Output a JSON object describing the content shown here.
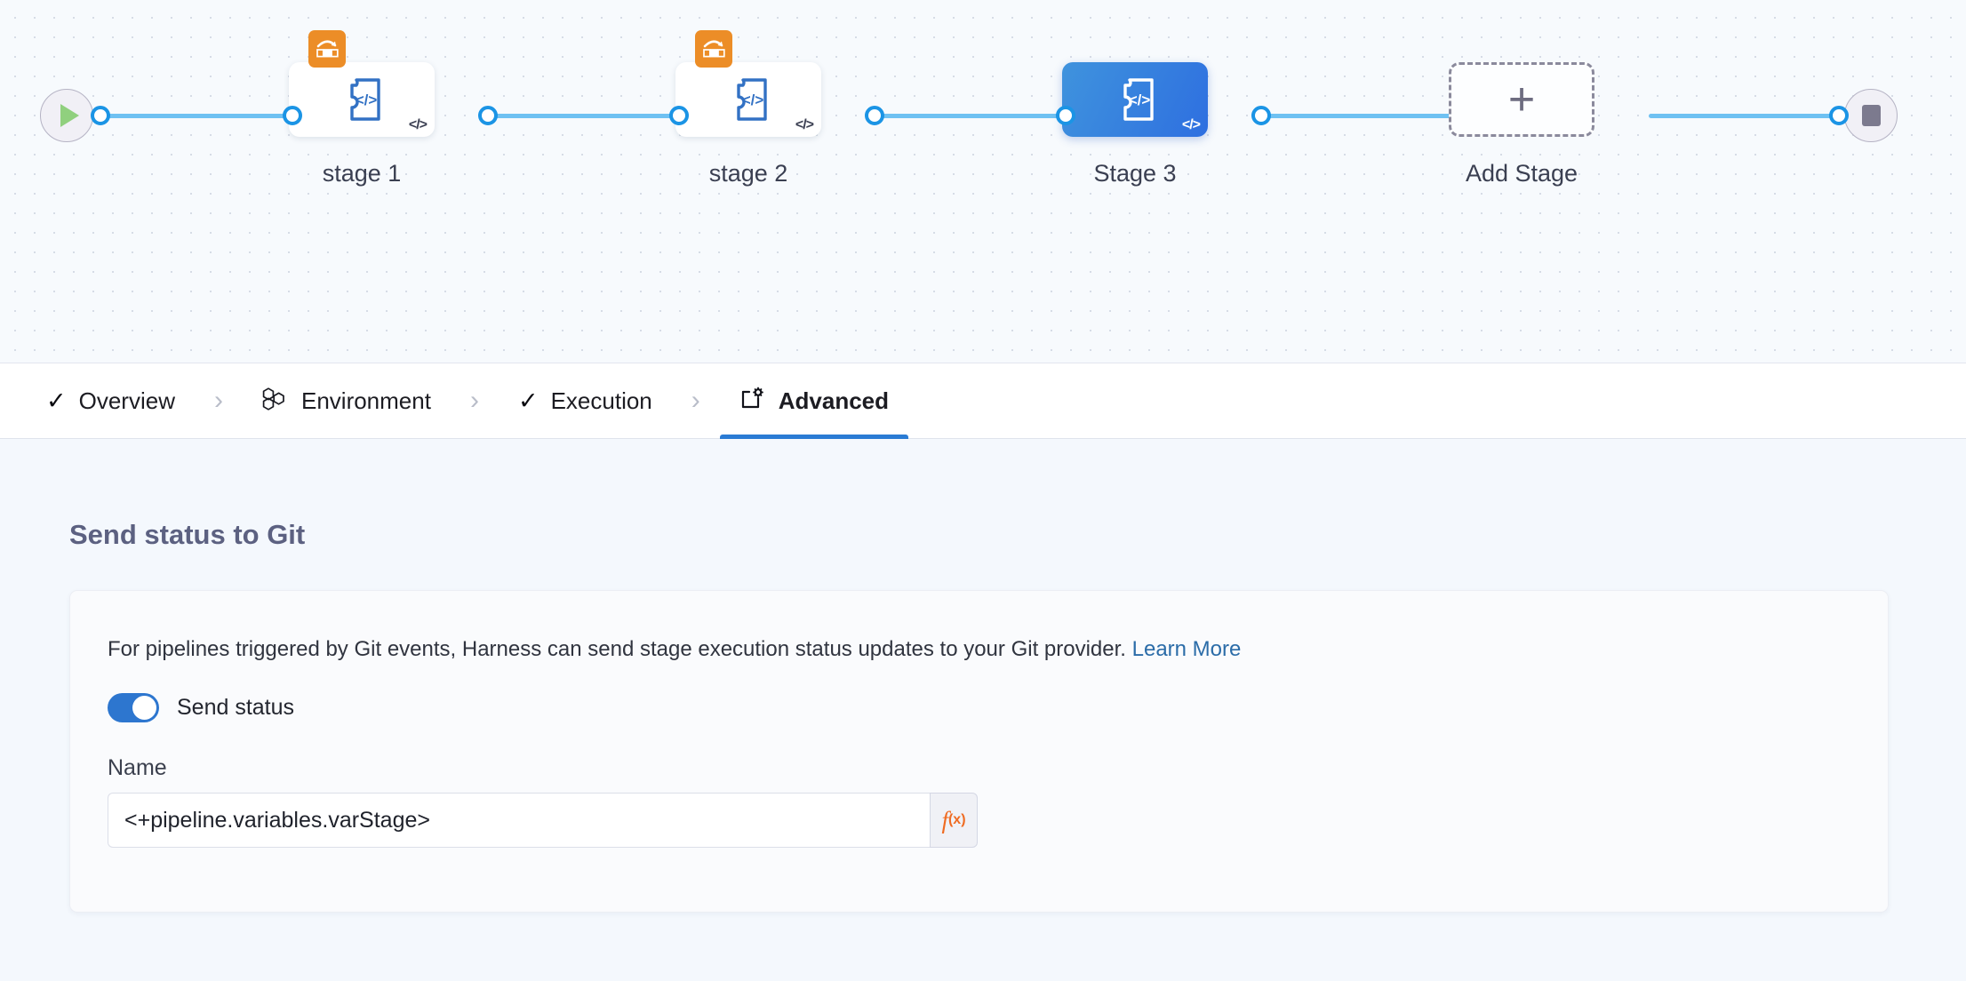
{
  "canvas": {
    "start_node": {
      "icon": "play-icon",
      "name": "pipeline-start"
    },
    "end_node": {
      "icon": "stop-icon",
      "name": "pipeline-end"
    },
    "stages": [
      {
        "label": "stage 1",
        "selected": false,
        "has_matrix_badge": true,
        "type_badge": "</>",
        "icon": "custom-stage-icon"
      },
      {
        "label": "stage 2",
        "selected": false,
        "has_matrix_badge": true,
        "type_badge": "</>",
        "icon": "custom-stage-icon"
      },
      {
        "label": "Stage 3",
        "selected": true,
        "has_matrix_badge": false,
        "type_badge": "</>",
        "icon": "custom-stage-icon"
      },
      {
        "label": "Add Stage",
        "selected": false,
        "is_add": true,
        "add_glyph": "+",
        "icon": "plus-icon"
      }
    ]
  },
  "tabs": [
    {
      "label": "Overview",
      "icon": "check-icon",
      "active": false
    },
    {
      "label": "Environment",
      "icon": "hexagons-icon",
      "active": false
    },
    {
      "label": "Execution",
      "icon": "check-icon",
      "active": false
    },
    {
      "label": "Advanced",
      "icon": "window-gear-icon",
      "active": true
    }
  ],
  "tab_separator": "›",
  "main": {
    "section_title": "Send status to Git",
    "description": "For pipelines triggered by Git events, Harness can send stage execution status updates to your Git provider.",
    "learn_more": "Learn More",
    "send_status": {
      "label": "Send status",
      "enabled": true
    },
    "name_field": {
      "label": "Name",
      "value": "<+pipeline.variables.varStage>",
      "placeholder": "",
      "expression_button": {
        "f": "f",
        "x": "(x)"
      }
    }
  },
  "colors": {
    "accent_blue": "#2a7bd4",
    "connector_blue": "#6fc1f2",
    "selected_stage_gradient_from": "#3f93dd",
    "selected_stage_gradient_to": "#2e6fe0",
    "matrix_badge_orange": "#ec8d27",
    "fx_orange": "#ef6b22",
    "link_blue": "#2b6ca8",
    "play_green": "#90d07e"
  }
}
